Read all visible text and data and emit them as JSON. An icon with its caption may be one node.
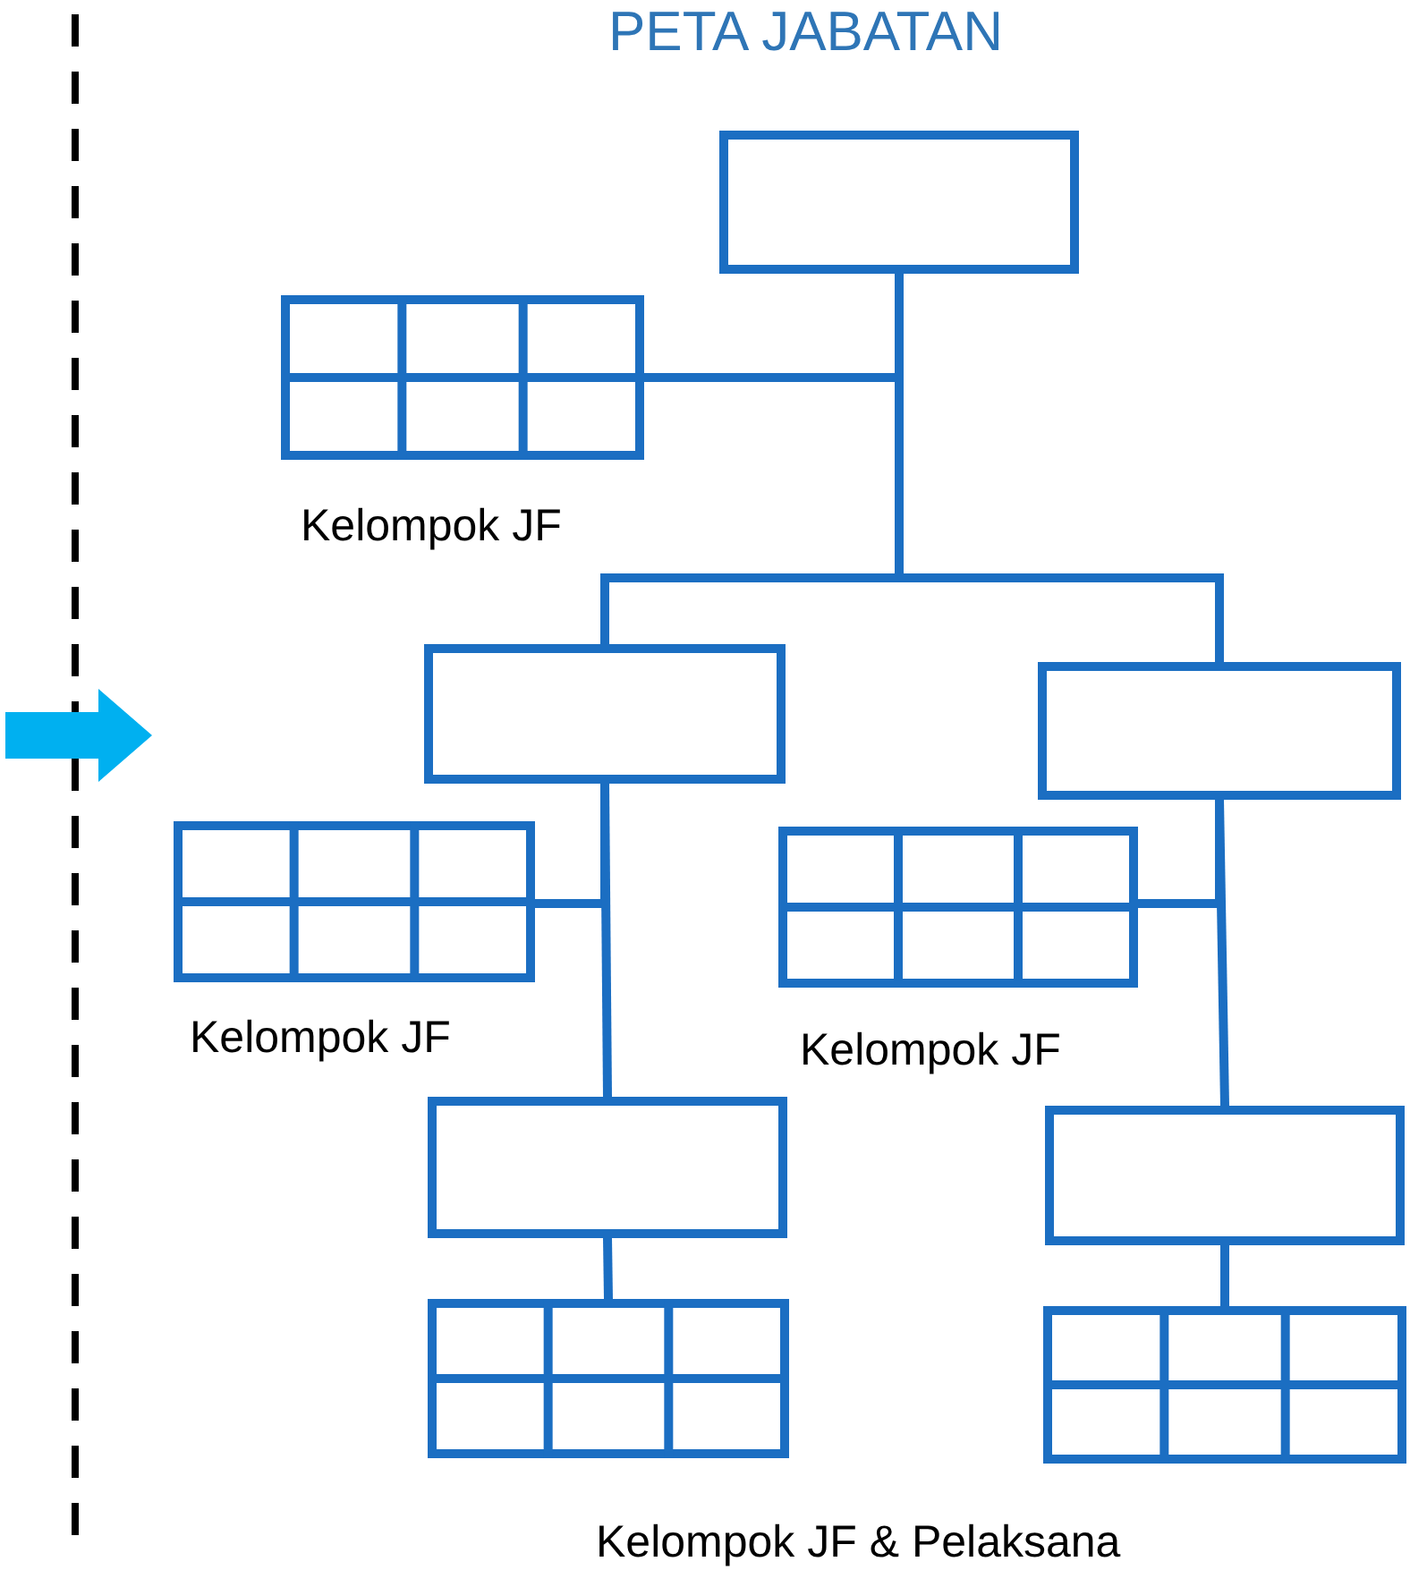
{
  "diagram": {
    "title": "PETA JABATAN",
    "nodes": [
      {
        "text": [],
        "shape": "box"
      },
      {
        "text": [],
        "shape": "grid",
        "beside": [
          "Kelompok JF"
        ]
      },
      {
        "text": [],
        "shape": "box"
      },
      {
        "text": [],
        "shape": "box"
      },
      {
        "text": [],
        "shape": "grid",
        "beside": [
          "Kelompok JF"
        ]
      },
      {
        "text": [],
        "shape": "grid",
        "beside": [
          "Kelompok JF"
        ]
      },
      {
        "text": [],
        "shape": "box"
      },
      {
        "text": [],
        "shape": "box"
      },
      {
        "text": [],
        "shape": "grid"
      },
      {
        "text": [],
        "shape": "grid"
      }
    ],
    "edges": [
      {
        "from": 0,
        "to": 1,
        "arrow": "none"
      },
      {
        "from": 0,
        "to": 2,
        "arrow": "none"
      },
      {
        "from": 0,
        "to": 3,
        "arrow": "none"
      },
      {
        "from": 2,
        "to": 4,
        "arrow": "none"
      },
      {
        "from": 2,
        "to": 6,
        "arrow": "none"
      },
      {
        "from": 3,
        "to": 5,
        "arrow": "none"
      },
      {
        "from": 3,
        "to": 7,
        "arrow": "none"
      },
      {
        "from": 6,
        "to": 8,
        "arrow": "none"
      },
      {
        "from": 7,
        "to": 9,
        "arrow": "none"
      }
    ],
    "labels": [
      "Kelompok JF & Pelaksana"
    ]
  }
}
